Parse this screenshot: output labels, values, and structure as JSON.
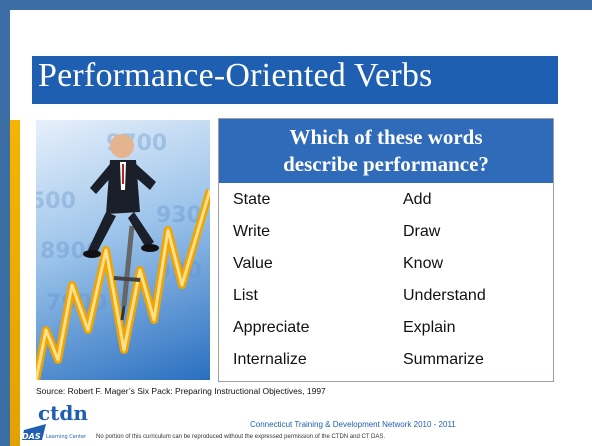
{
  "slide": {
    "title": "Performance-Oriented Verbs",
    "question_line1": "Which of these words",
    "question_line2": "describe performance?",
    "rows": [
      {
        "left": "State",
        "right": "Add"
      },
      {
        "left": "Write",
        "right": "Draw"
      },
      {
        "left": "Value",
        "right": "Know"
      },
      {
        "left": "List",
        "right": "Understand"
      },
      {
        "left": "Appreciate",
        "right": "Explain"
      },
      {
        "left": "Internalize",
        "right": "Summarize"
      }
    ],
    "source": "Source: Robert  F. Mager’s Six Pack: Preparing Instructional Objectives, 1997"
  },
  "footer": {
    "logo_text": "ctdn",
    "das_text": "DAS",
    "learning_center": "Learning Center",
    "network": "Connecticut Training & Development Network  2010 - 2011",
    "notice": "No portion of this curriculum can be reproduced without the expressed permission of the CTDN and CT DAS."
  },
  "colors": {
    "title_bg": "#1f5fb2",
    "table_header_bg": "#2f6bb9",
    "border_blue": "#3a6ea5",
    "accent_gold": "#f6b400"
  }
}
